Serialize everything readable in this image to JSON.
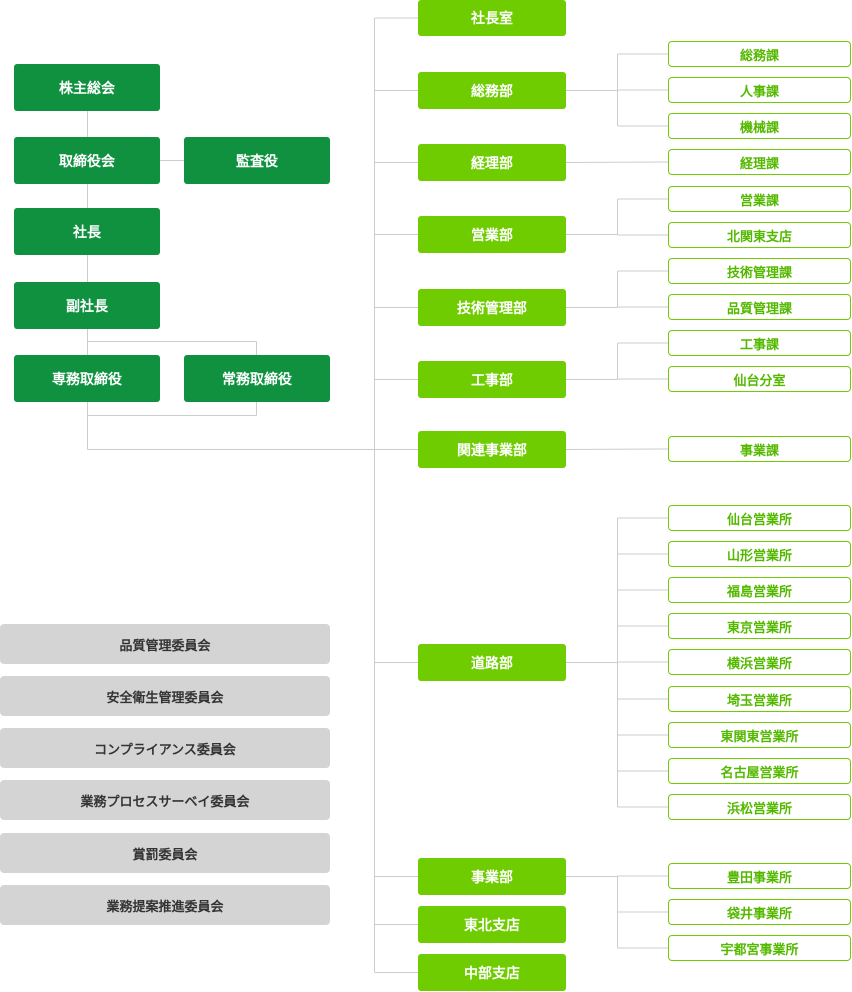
{
  "executives": {
    "shareholders_meeting": "株主総会",
    "board": "取締役会",
    "auditor": "監査役",
    "president": "社長",
    "vice_president": "副社長",
    "senior_director": "専務取締役",
    "managing_director": "常務取締役"
  },
  "departments": [
    {
      "label": "社長室",
      "sections": []
    },
    {
      "label": "総務部",
      "sections": [
        "総務課",
        "人事課",
        "機械課"
      ]
    },
    {
      "label": "経理部",
      "sections": [
        "経理課"
      ]
    },
    {
      "label": "営業部",
      "sections": [
        "営業課",
        "北関東支店"
      ]
    },
    {
      "label": "技術管理部",
      "sections": [
        "技術管理課",
        "品質管理課"
      ]
    },
    {
      "label": "工事部",
      "sections": [
        "工事課",
        "仙台分室"
      ]
    },
    {
      "label": "関連事業部",
      "sections": [
        "事業課"
      ]
    },
    {
      "label": "道路部",
      "sections": [
        "仙台営業所",
        "山形営業所",
        "福島営業所",
        "東京営業所",
        "横浜営業所",
        "埼玉営業所",
        "東関東営業所",
        "名古屋営業所",
        "浜松営業所"
      ]
    },
    {
      "label": "事業部",
      "sections": [
        "豊田事業所",
        "袋井事業所",
        "宇都宮事業所"
      ]
    },
    {
      "label": "東北支店",
      "sections": []
    },
    {
      "label": "中部支店",
      "sections": []
    }
  ],
  "committees": [
    "品質管理委員会",
    "安全衛生管理委員会",
    "コンプライアンス委員会",
    "業務プロセスサーベイ委員会",
    "賞罰委員会",
    "業務提案推進委員会"
  ],
  "colors": {
    "executive": "#0f9140",
    "department": "#6fcc00",
    "section_border": "#6fcc00",
    "section_text": "#55b800",
    "committee": "#d4d4d4",
    "line": "#cccccc"
  }
}
